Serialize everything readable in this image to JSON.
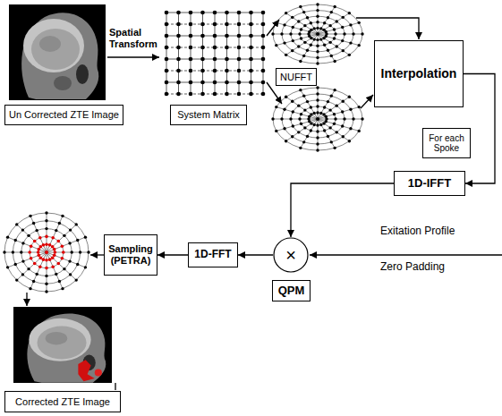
{
  "diagram": {
    "nodes": [
      {
        "text": [
          "Un Corrected ZTE Image"
        ]
      },
      {
        "text": [
          "System Matrix"
        ]
      },
      {
        "text": [
          "NUFFT"
        ]
      },
      {
        "text": [
          "Interpolation"
        ]
      },
      {
        "text": [
          "For each Spoke"
        ]
      },
      {
        "text": [
          "1D-IFFT"
        ]
      },
      {
        "text": [
          "×"
        ]
      },
      {
        "text": [
          "QPM"
        ]
      },
      {
        "text": [
          "1D-FFT"
        ]
      },
      {
        "text": [
          "Sampling (PETRA)"
        ]
      },
      {
        "text": [
          "Corrected ZTE Image"
        ]
      }
    ],
    "edges": [
      {
        "from": 3,
        "to": 5,
        "arrow": "to"
      },
      {
        "from": 5,
        "to": 6,
        "arrow": "to"
      },
      {
        "from": 6,
        "to": 8,
        "arrow": "to"
      },
      {
        "from": 8,
        "to": 9,
        "arrow": "to"
      }
    ],
    "labels": [
      "Spatial Transform",
      "Exitation Profile",
      "Zero Padding"
    ]
  }
}
